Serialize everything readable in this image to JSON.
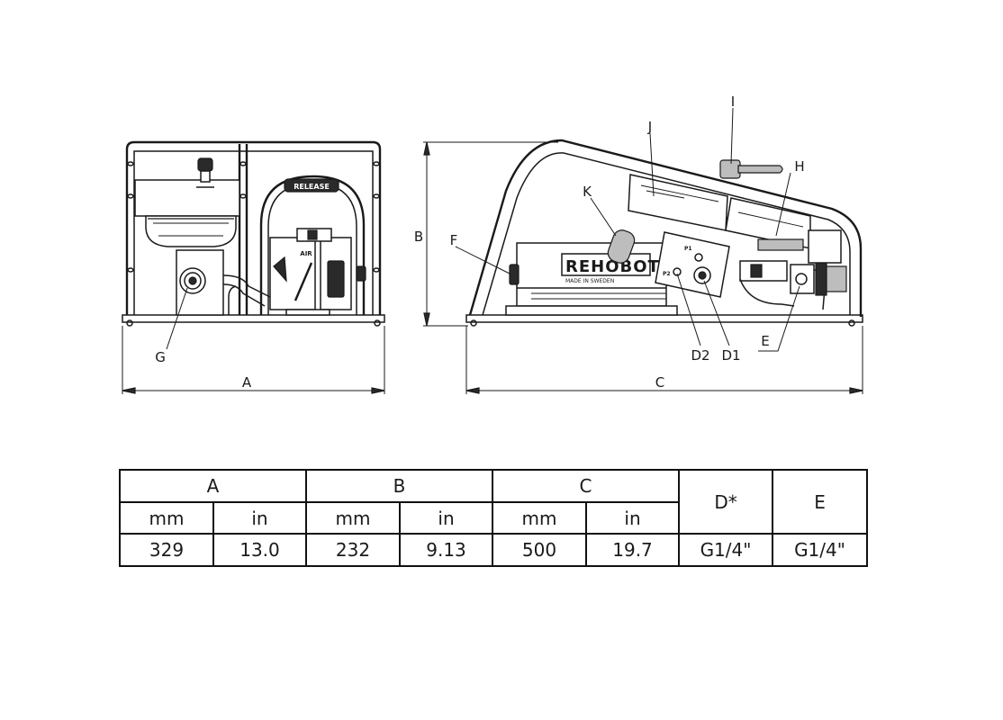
{
  "callouts": {
    "A": "A",
    "B": "B",
    "C": "C",
    "D1": "D1",
    "D2": "D2",
    "E": "E",
    "F": "F",
    "G": "G",
    "H": "H",
    "I": "I",
    "J": "J",
    "K": "K"
  },
  "product": {
    "brand": "REHOBOT",
    "made_in": "MADE IN SWEDEN",
    "release_label": "RELEASE",
    "air_label": "AIR",
    "port_p1": "P1",
    "port_p2": "P2",
    "port_e": "E"
  },
  "table": {
    "groups": [
      "A",
      "B",
      "C"
    ],
    "d_header": "D*",
    "e_header": "E",
    "units": [
      "mm",
      "in",
      "mm",
      "in",
      "mm",
      "in"
    ],
    "values": [
      "329",
      "13.0",
      "232",
      "9.13",
      "500",
      "19.7",
      "G1/4\"",
      "G1/4\""
    ]
  }
}
